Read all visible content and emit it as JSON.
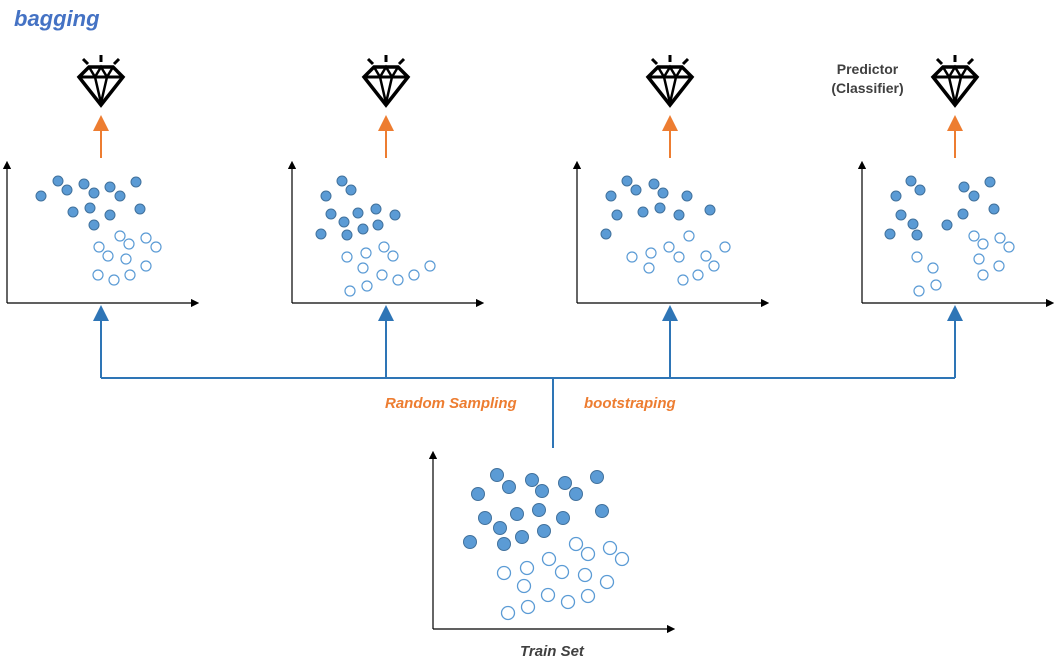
{
  "title": "bagging",
  "predictor_label": "Predictor (Classifier)",
  "sampling_label": "Random Sampling",
  "bootstrap_label": "bootstraping",
  "train_label": "Train Set",
  "icons": {
    "predictor": "diamond-icon"
  },
  "colors": {
    "filled_point": "#5b9bd5",
    "connector": "#2e75b6",
    "predictor_arrow": "#ed7d31",
    "title": "#4472c4"
  }
}
